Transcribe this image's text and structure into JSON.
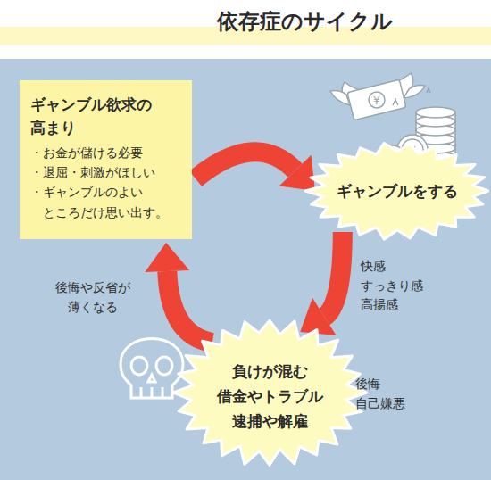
{
  "diagram": {
    "title": "依存症のサイクル",
    "nodes": [
      {
        "text": [
          "ギャンブル欲求の 高まり",
          "・お金が儲ける必要",
          "・退屈・刺激がほしい",
          "・ギャンブルのよい ところだけ思い出す。"
        ]
      },
      {
        "text": [
          "ギャンブルをする"
        ]
      },
      {
        "text": [
          "負けが混む 借金やトラブル 逮捕や解雇"
        ]
      }
    ],
    "edges": [
      {
        "from": 0,
        "to": 1,
        "arrow": "to"
      },
      {
        "from": 1,
        "to": 2,
        "arrow": "to",
        "label": "快感 すっきり感 高揚感"
      },
      {
        "from": 2,
        "to": 0,
        "arrow": "to",
        "label": "後悔や反省が 薄くなる"
      }
    ],
    "labels": [
      "後悔 自己嫌悪"
    ]
  }
}
